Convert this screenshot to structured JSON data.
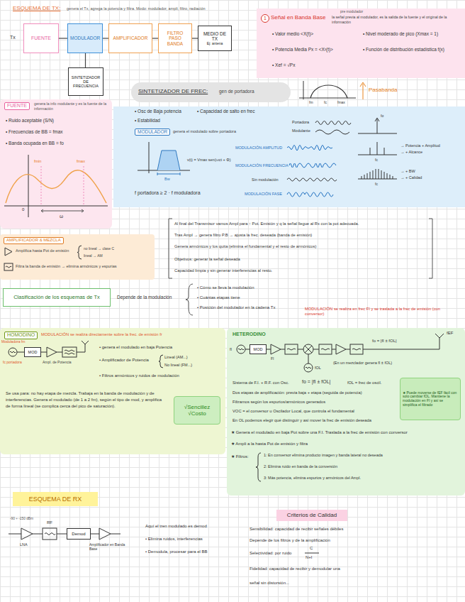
{
  "diagram": {
    "title": "ESQUEMA DE TX:",
    "nodes": [
      {
        "text": [
          "FUENTE"
        ]
      },
      {
        "text": [
          "MODULADOR"
        ]
      },
      {
        "text": [
          "AMPLIFICADOR"
        ]
      },
      {
        "text": [
          "FILTRO PASO BANDA"
        ]
      },
      {
        "text": [
          "MEDIO DE TX",
          "Ej: antena"
        ]
      },
      {
        "text": [
          "SINTETIZADOR DE FRECUENCIA"
        ]
      },
      {
        "text": [
          "1",
          "Señal en Banda Base",
          "pre modulador",
          "la señal previa al modulador, es la salida de la fuente y el original de la información",
          "• Valor medio <X(t)>",
          "• Nivel moderado de pico (Xmax = 1)",
          "• Potencia Media Px = <X²(t)>",
          "• Función de distribución estadística f(x)",
          "• Xef = √Px"
        ]
      },
      {
        "text": [
          "SINTETIZADOR DE FREC:",
          "gen de portadora"
        ]
      },
      {
        "text": [
          "FUENTE",
          "genera la info modulante y es la fuente de la información",
          "• Ruido aceptable (S/N)",
          "• Frecuencias de BB = fmax",
          "• Banda ocupada en BB = fo",
          "fmin",
          "fmax",
          "0",
          "ω"
        ]
      },
      {
        "text": [
          "• Osc de Baja potencia",
          "• Capacidad de salto en frec",
          "• Estabilidad",
          "MODULADOR",
          "genera el modulado sobre portadora",
          "Bw",
          "v(t) = Vmax sen(ωct + Φ)",
          "f portadora ≥ 2 · f moduladora",
          "Portadora",
          "Modulante",
          "MODULACIÓN AMPLITUD",
          "MODULACIÓN FRECUENCIA",
          "Sin modulación",
          "MODULACIÓN FASE",
          "fo",
          "fc",
          "fc",
          "→ Potencia + Amplitud",
          "→ + Alcance",
          "→ + BW",
          "→ + Calidad"
        ]
      },
      {
        "text": [
          "AMPLIFICADOR & MEZCLA",
          "Amplifica hasta Pot de emisión",
          "no lineal → clase C",
          "lineal → AM",
          "Filtra la banda de emisión → elimina armónicos y espurias"
        ]
      },
      {
        "text": [
          "Clasificación de los esquemas de Tx"
        ]
      },
      {
        "text": [
          "HOMODINO",
          "MODULACIÓN se realiza directamente sobre la frec. de emisión fr",
          "Moduladora fm",
          "fc portadora",
          "Ampl. de Potencia",
          "• genera el modulado en baja Potencia",
          "• Amplificador de Potencia",
          "Lineal (AM...)",
          "No lineal (FM...)",
          "• Filtros armónicos y ruidos de modulación",
          "Se usa para: no hay etapa de mezcla. Trabaja en la banda de modulación y de interferencias. Genera el modulado (de 1 a 2 fm), según el tipo de mod, y amplifica de forma lineal (se complica cerca del pico de saturación)."
        ]
      },
      {
        "text": [
          "MOD"
        ],
        "in": 12
      },
      {
        "text": [
          "√Sencillez",
          "√Costo"
        ],
        "in": 12
      },
      {
        "text": [
          "HETERODINO",
          "fI",
          "FI",
          "fOL",
          "fo = |fI ± fOL|",
          "fEF",
          "(En un mezclador genera fI ± fOL)",
          "Sistema de F.I. + R.F. con Osc.",
          "fo = |fI ± fOL|",
          "fOL = frec de oscil.",
          "Dos etapas de amplificación: previa baja + etapa (seguida de potencia)",
          "Filtramos según los espurios/armónicos generados",
          "VOC = el conversor u Oscilador Local, que controla el fundamental",
          "En OL podemos elegir qué distinguir y así mover la frec de emisión deseada",
          "★ Genera el modulado en baja Pot sobre una F.I. Traslada a la frec de emisión con conversor",
          "★ Ampli a la hasta Pot de emisión y filtra",
          "★ Filtros:",
          "1: En conversor elimina producto imagen y banda lateral no deseada",
          "2: Elimina ruido en banda de la conversión",
          "3: Más potencia, elimina espurios y armónicos del Ampl."
        ]
      },
      {
        "text": [
          "MOD"
        ],
        "in": 15
      },
      {
        "text": [
          "★ Puede moverse de fEF fácil con solo cambiar fOL. Mantiene la modulación en FI y así se simplifica el filtrado"
        ],
        "in": 15
      },
      {
        "text": [
          "ESQUEMA DE RX"
        ]
      },
      {
        "text": [
          "Demod"
        ]
      },
      {
        "text": [
          "Criterios de Calidad"
        ]
      }
    ],
    "edges": [
      {
        "from": 0,
        "to": 1,
        "arrow": "none"
      },
      {
        "from": 1,
        "to": 2,
        "arrow": "none"
      },
      {
        "from": 2,
        "to": 3,
        "arrow": "none"
      },
      {
        "from": 3,
        "to": 4,
        "arrow": "none"
      },
      {
        "from": 5,
        "to": 1,
        "arrow": "none"
      }
    ],
    "labels": [
      "genera el Tx, agrega la potencia y filtra. Modo: modulador, ampli, filtro, radiación",
      "Tx",
      "fm",
      "fc",
      "fmax",
      "Pasabanda",
      "Al final del Transmisor vamos Ampl para ↑ Pot. Emisión y q la señal llegue al Rx con la pot adecuada.",
      "Tras Ampl → genera filtro P.B → ajusta la frec. deseada (banda de emisión)",
      "Genera armónicos y los quita (elimina el fundamental y el resto de armónicos)",
      "Objetivos: generar la señal deseada",
      "Capacidad limpia y sin generar interferencias al resto.",
      "Depende de la modulación",
      "• Cómo se lleva la modulación",
      "• Cuántas etapas tiene",
      "• Posición del modulador en la cadena Tx",
      "MODULACIÓN se realiza en frec FI y se traslada a la frec de emisión (con conversor)",
      "-90 ÷ -150 dBm",
      "RF",
      "LNA",
      "Amplificador en Banda Base",
      "Aquí el tren modulado es demod",
      "• Elimina ruidos, interferencias",
      "• Demodula, procesar para el BB",
      "Sensibilidad: capacidad de recibir señales débiles",
      "Depende de los filtros y de la amplificación",
      "Selectividad: por ruido",
      "C",
      "N+I",
      "Fidelidad: capacidad de recibir y demodular una",
      "señal sin distorsión..."
    ]
  }
}
